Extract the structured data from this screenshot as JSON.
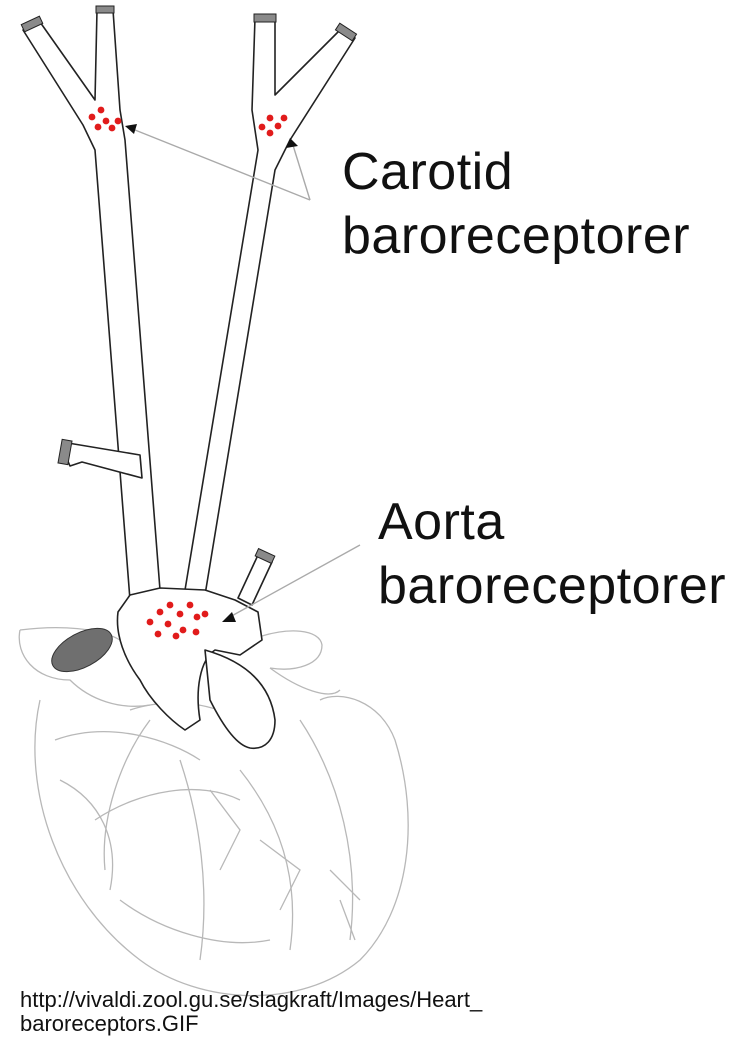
{
  "labels": {
    "carotid_line1": "Carotid",
    "carotid_line2": "baroreceptorer",
    "aorta_line1": "Aorta",
    "aorta_line2": "baroreceptorer"
  },
  "source_caption": {
    "line1": "http://vivaldi.zool.gu.se/slagkraft/Images/Heart_",
    "line2": "baroreceptors.GIF"
  },
  "colors": {
    "outline": "#222222",
    "heart_outline": "#b8b8b8",
    "receptor_dots": "#e11b1b",
    "pointer_line": "#aaaaaa",
    "vessel_cap": "#8a8a8a"
  }
}
